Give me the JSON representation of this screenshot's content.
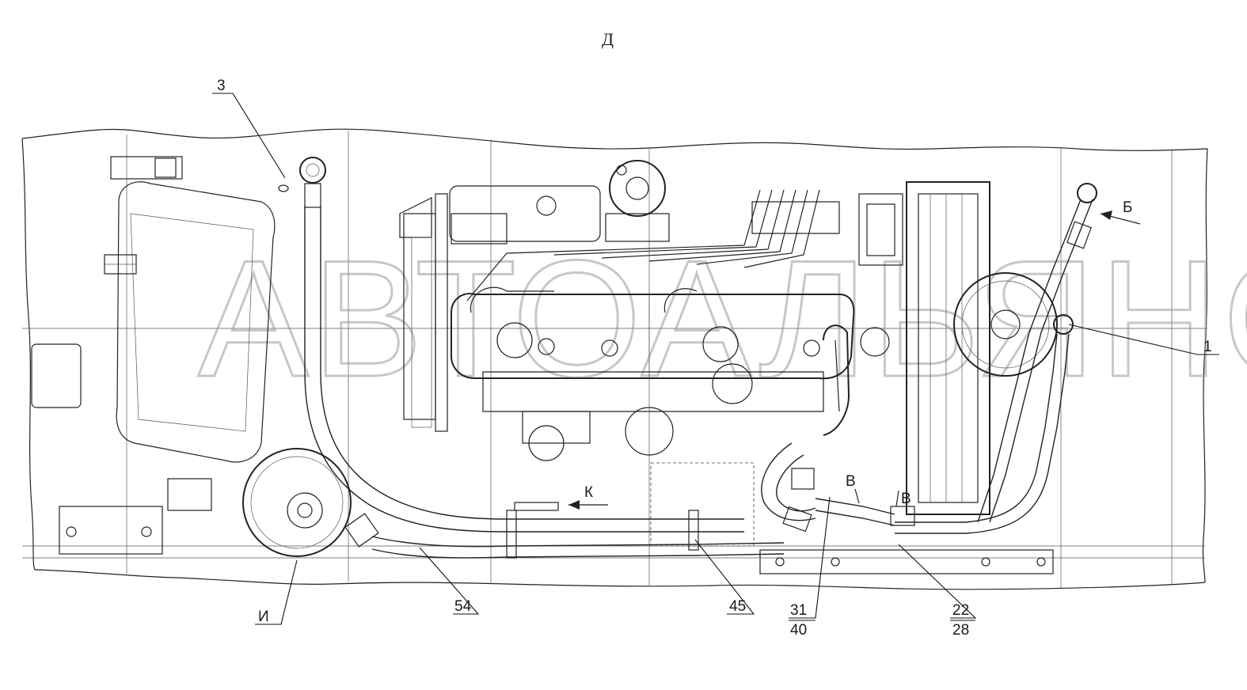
{
  "view_label": "Д",
  "watermark": "АВТОАЛЬЯНС",
  "callouts": [
    {
      "id": "callout-3",
      "text": "3"
    },
    {
      "id": "callout-1",
      "text": "1"
    },
    {
      "id": "callout-54",
      "text": "54"
    },
    {
      "id": "callout-45",
      "text": "45"
    },
    {
      "id": "callout-31",
      "text": "31"
    },
    {
      "id": "callout-40",
      "text": "40"
    },
    {
      "id": "callout-22",
      "text": "22"
    },
    {
      "id": "callout-28",
      "text": "28"
    }
  ],
  "view_markers": {
    "b": "Б",
    "k": "К",
    "i": "И",
    "v_left": "В",
    "v_right": "В"
  }
}
